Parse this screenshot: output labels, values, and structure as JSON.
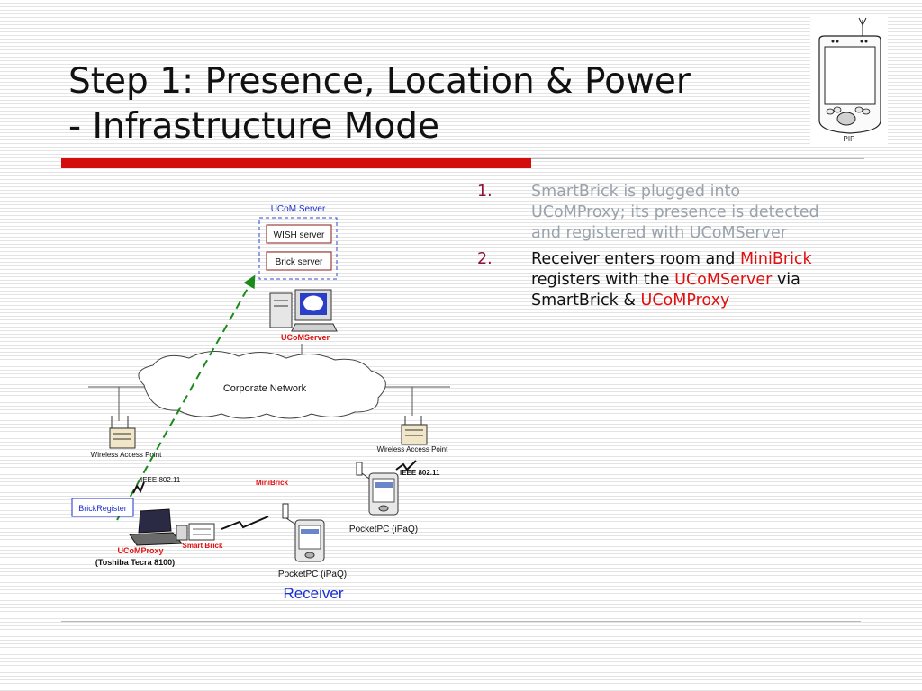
{
  "slide": {
    "title_line1": "Step 1: Presence, Location & Power",
    "title_line2": "- Infrastructure Mode"
  },
  "pda_picture": {
    "label": "PIP"
  },
  "bullets": [
    {
      "num": "1.",
      "text": "SmartBrick is plugged into UCoMProxy;  its presence is detected and registered with UCoMServer"
    },
    {
      "num": "2.",
      "parts": [
        "Receiver enters room and ",
        "MiniBrick",
        " registers with the ",
        "UCoMServer",
        " via SmartBrick & ",
        "UCoMProxy"
      ]
    }
  ],
  "diagram": {
    "ucom_server_label": "UCoM Server",
    "wish_server": "WISH server",
    "brick_server": "Brick server",
    "ucomserver_label": "UCoMServer",
    "corporate_network": "Corporate  Network",
    "wap_left": "Wireless Access Point",
    "wap_right": "Wireless Access Point",
    "ieee_left": "IEEE 802.11",
    "ieee_right": "IEEE 802.11",
    "minibrick": "MiniBrick",
    "brickregister": "BrickRegister",
    "ucomproxy": "UCoMProxy",
    "toshiba": "(Toshiba Tecra 8100)",
    "smart_brick": "Smart Brick",
    "pocketpc_right": "PocketPC (iPaQ)",
    "pocketpc_receiver": "PocketPC (iPaQ)",
    "receiver": "Receiver"
  },
  "colors": {
    "title_text": "#111111",
    "accent_red": "#d40c0c",
    "bullet_number": "#8b1536",
    "bullet_faded": "#9aa2ab",
    "highlight_red": "#e01010",
    "label_blue": "#1a2fcf",
    "arrow_green": "#1a8a1a"
  }
}
